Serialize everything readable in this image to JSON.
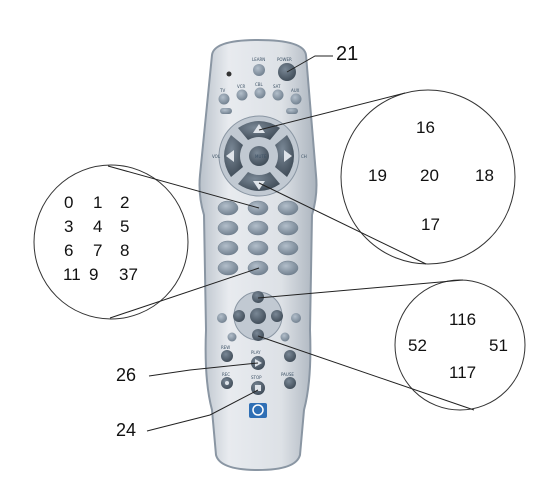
{
  "callouts": {
    "power": "21",
    "play": "26",
    "stop": "24"
  },
  "channel_circle": {
    "up": "16",
    "left": "19",
    "center": "20",
    "right": "18",
    "down": "17"
  },
  "digits_circle": {
    "rows": [
      [
        "0",
        "1",
        "2"
      ],
      [
        "3",
        "4",
        "5"
      ],
      [
        "6",
        "7",
        "8"
      ],
      [
        "11",
        "9",
        "37"
      ]
    ]
  },
  "arrows_circle": {
    "up": "116",
    "left": "52",
    "right": "51",
    "down": "117"
  },
  "remote": {
    "top_labels": [
      "LEARN",
      "POWER"
    ],
    "mode_labels": [
      "TV",
      "VCR",
      "CBL",
      "SAT",
      "AUX"
    ],
    "mid_labels": [
      "VOL",
      "MUTE",
      "CH"
    ],
    "transport_labels": [
      "REW",
      "PLAY",
      "REC",
      "STOP",
      "PAUSE"
    ]
  },
  "colors": {
    "remote_body": "#d7dce2",
    "remote_border": "#8a96a3",
    "button": "#8795a3",
    "button_dark": "#4e5c6a",
    "line": "#222222"
  }
}
